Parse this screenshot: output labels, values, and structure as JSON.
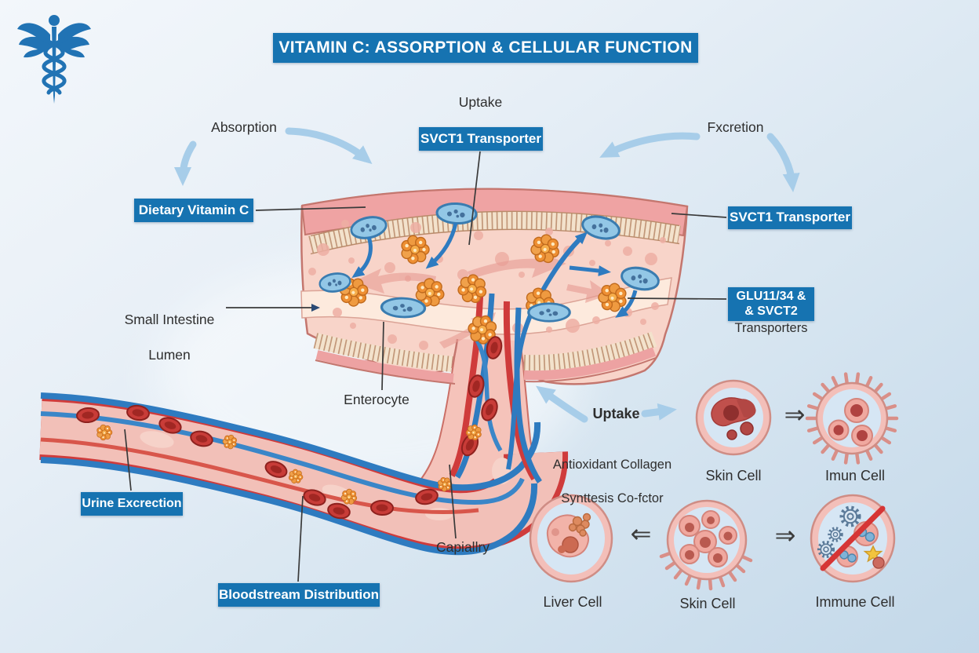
{
  "header": {
    "title": "VITAMIN C: ASSORPTION & CELLULAR FUNCTION",
    "logo": "caduceus-medical-symbol"
  },
  "flow_labels": {
    "uptake_top": "Uptake",
    "absorption": "Absorption",
    "excretion": "Fxcretion",
    "uptake_mid": "Uptake"
  },
  "boxes": {
    "svct1_center": "SVCT1 Transporter",
    "dietary": "Dietary Vitamin C",
    "svct1_right": "SVCT1 Transporter",
    "glut_line1": "GLU11/34 &",
    "glut_line2": "& SVCT2",
    "glut_caption": "Transporters",
    "urine": "Urine Excrection",
    "bloodstream": "Bloodstream Distribution"
  },
  "anatomy_labels": {
    "small_intestine_line1": "Small Intestine",
    "small_intestine_line2": "Lumen",
    "enterocyte": "Enterocyte",
    "capillary": "Capiallry",
    "antioxidant_line1": "Antioxidant Collagen",
    "antioxidant_line2": "Synttesis Co-fctor"
  },
  "cells": {
    "top_row": {
      "left": "Skin Cell",
      "right": "Imun Cell",
      "arrow": "⇒"
    },
    "bottom_row": {
      "left": "Liver Cell",
      "middle": "Skin Cell",
      "right": "Immune Cell",
      "arrow_left": "⇐",
      "arrow_right": "⇒"
    }
  },
  "colors": {
    "accent_blue": "#1673b1",
    "light_arrow_blue": "#a7cde9",
    "vessel_red": "#cf3b3b",
    "vein_blue": "#2e7bc0",
    "tissue_pink": "#f8d4c9",
    "outer_band_pink": "#efa3a3",
    "vitamin_orange": "#ee8f33",
    "text_dark": "#2e2e2e"
  }
}
